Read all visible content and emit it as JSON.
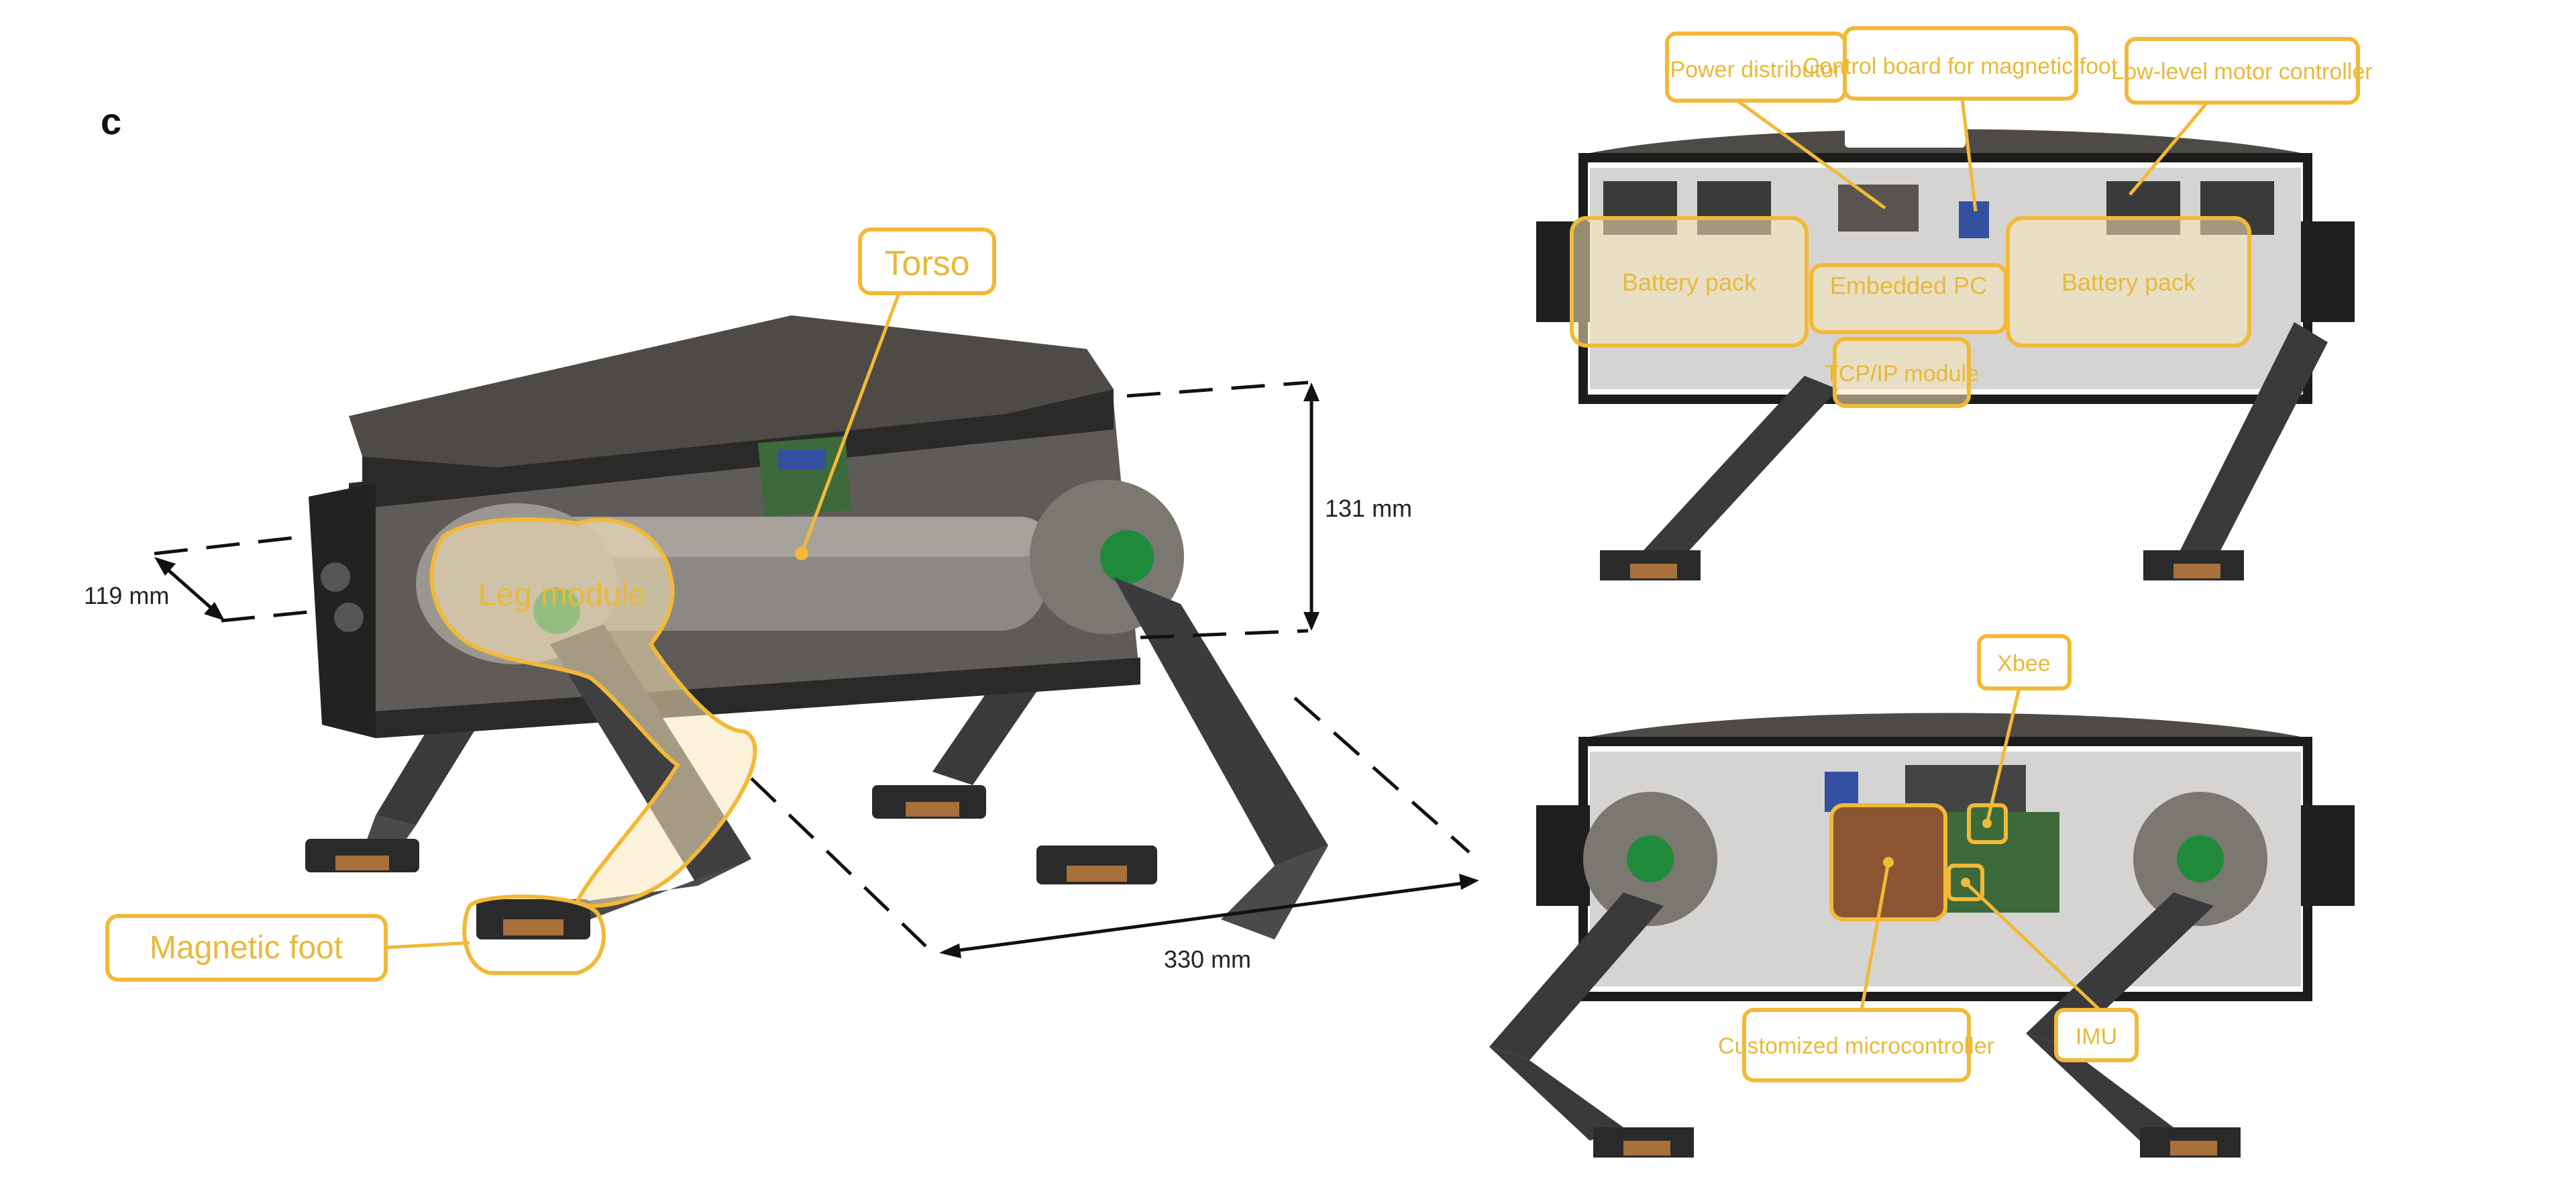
{
  "panel_letter": "c",
  "colors": {
    "callout_border": "#f2b937",
    "callout_text": "#e8b93a",
    "callout_fill": "#faecc4",
    "motor_hub": "#1e8a3a",
    "microcontroller": "#8a5530",
    "body_dark": "#2c2c2e",
    "body_metal": "#6b6864"
  },
  "main_view": {
    "labels": {
      "torso": "Torso",
      "leg_module": "Leg module",
      "magnetic_foot": "Magnetic foot"
    },
    "dimensions": {
      "width": "119 mm",
      "height": "131 mm",
      "length": "330 mm"
    }
  },
  "top_view": {
    "labels": {
      "power_distributor": "Power distributor",
      "control_board": "Control board for magnetic foot",
      "low_level_motor_controller": "Low-level motor controller",
      "battery_pack_left": "Battery pack",
      "battery_pack_right": "Battery pack",
      "embedded_pc": "Embedded PC",
      "tcpip_module": "TCP/IP module"
    }
  },
  "bottom_view": {
    "labels": {
      "xbee": "Xbee",
      "customized_microcontroller": "Customized microcontroller",
      "imu": "IMU"
    }
  }
}
